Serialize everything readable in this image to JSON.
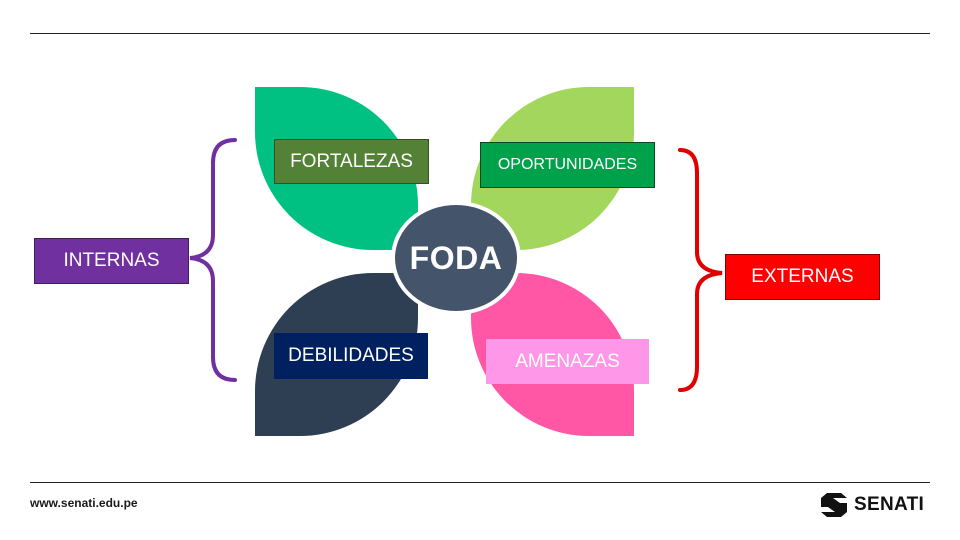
{
  "diagram": {
    "center_label": "FODA",
    "quadrants": {
      "top_left": {
        "label": "FORTALEZAS",
        "petal_color": "#00C181",
        "label_bg": "#538135"
      },
      "top_right": {
        "label": "OPORTUNIDADES",
        "petal_color": "#A3D65C",
        "label_bg": "#00A14B"
      },
      "bottom_left": {
        "label": "DEBILIDADES",
        "petal_color": "#2E3F53",
        "label_bg": "#002060"
      },
      "bottom_right": {
        "label": "AMENAZAS",
        "petal_color": "#FF56A6",
        "label_bg": "#FF97E8"
      }
    },
    "center_color": "#44546A",
    "left_group": {
      "label": "INTERNAS",
      "color": "#7030A0"
    },
    "right_group": {
      "label": "EXTERNAS",
      "color": "#FF0000",
      "brace_color": "#E00000"
    }
  },
  "footer": {
    "url": "www.senati.edu.pe",
    "logo_text": "SENATI"
  }
}
